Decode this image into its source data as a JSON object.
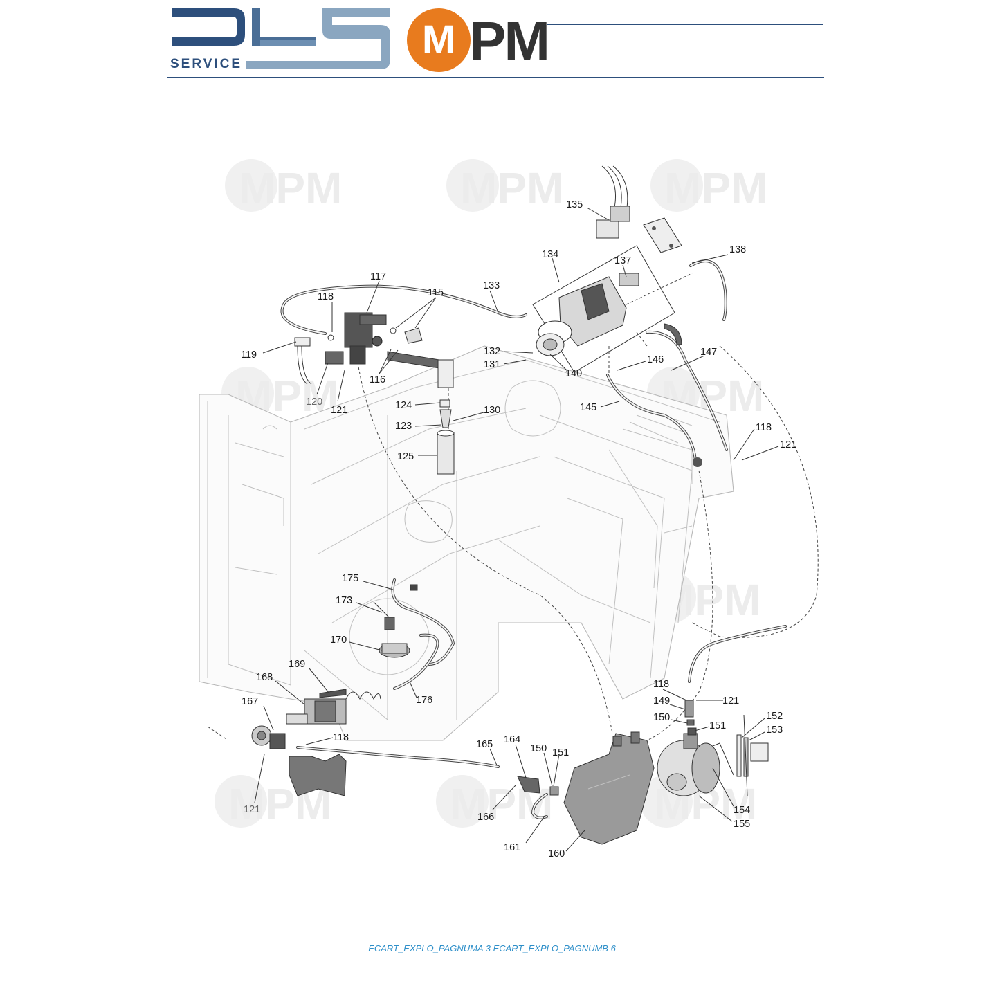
{
  "header": {
    "brand_left_sub": "SERVICE",
    "brand_right_m": "M",
    "brand_right_pm": "PM",
    "colors": {
      "navy": "#2d4f7c",
      "steel": "#8aa6c0",
      "orange": "#e87b1e",
      "dark": "#333333"
    }
  },
  "watermark": {
    "text": "MPM"
  },
  "callouts": [
    "135",
    "138",
    "134",
    "137",
    "117",
    "133",
    "118",
    "115",
    "119",
    "132",
    "131",
    "140",
    "146",
    "147",
    "116",
    "120",
    "121",
    "124",
    "130",
    "123",
    "145",
    "118",
    "121",
    "125",
    "175",
    "173",
    "170",
    "169",
    "168",
    "176",
    "118",
    "121",
    "167",
    "149",
    "150",
    "151",
    "152",
    "153",
    "118",
    "165",
    "164",
    "150",
    "151",
    "166",
    "154",
    "155",
    "121",
    "161",
    "160"
  ],
  "footer": {
    "text": "ECART_EXPLO_PAGNUMA 3 ECART_EXPLO_PAGNUMB 6"
  }
}
